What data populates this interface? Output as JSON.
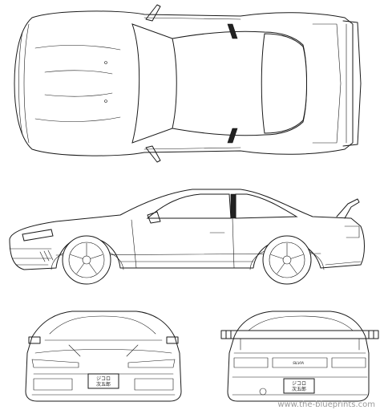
{
  "front_plate": {
    "line1": "ジコロ",
    "line2": "次五郎"
  },
  "rear_plate": {
    "line1": "ジコロ",
    "line2": "次五郎"
  },
  "rear_badge": "SILVIA",
  "watermark": "www.the-blueprints.com",
  "colors": {
    "line": "#1a1a1a",
    "watermark": "#9a9a9a",
    "background": "#ffffff"
  }
}
